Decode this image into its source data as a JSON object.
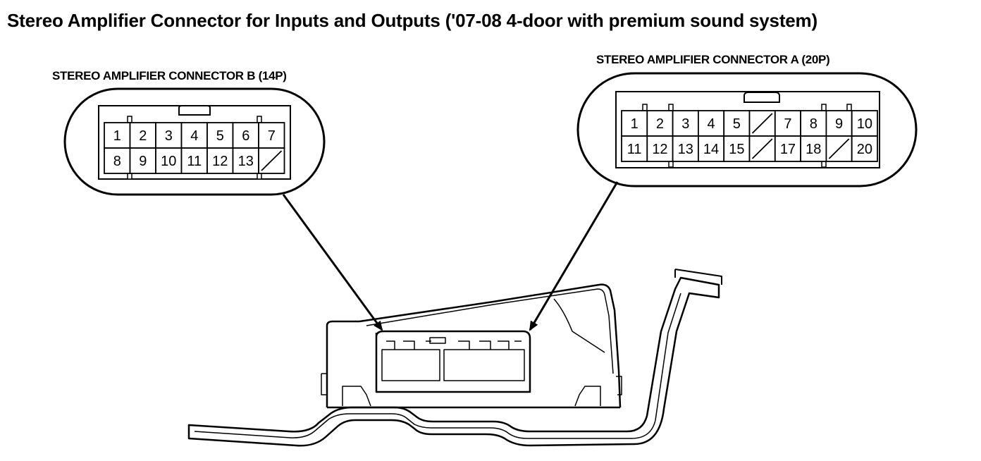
{
  "title": "Stereo Amplifier Connector for Inputs and Outputs ('07-08 4-door with premium sound system)",
  "connector_b": {
    "label": "STEREO AMPLIFIER CONNECTOR B (14P)",
    "rows": [
      [
        "1",
        "2",
        "3",
        "4",
        "5",
        "6",
        "7"
      ],
      [
        "8",
        "9",
        "10",
        "11",
        "12",
        "13",
        ""
      ]
    ]
  },
  "connector_a": {
    "label": "STEREO AMPLIFIER CONNECTOR A (20P)",
    "rows": [
      [
        "1",
        "2",
        "3",
        "4",
        "5",
        "",
        "7",
        "8",
        "9",
        "10"
      ],
      [
        "11",
        "12",
        "13",
        "14",
        "15",
        "",
        "17",
        "18",
        "",
        "20"
      ]
    ]
  }
}
